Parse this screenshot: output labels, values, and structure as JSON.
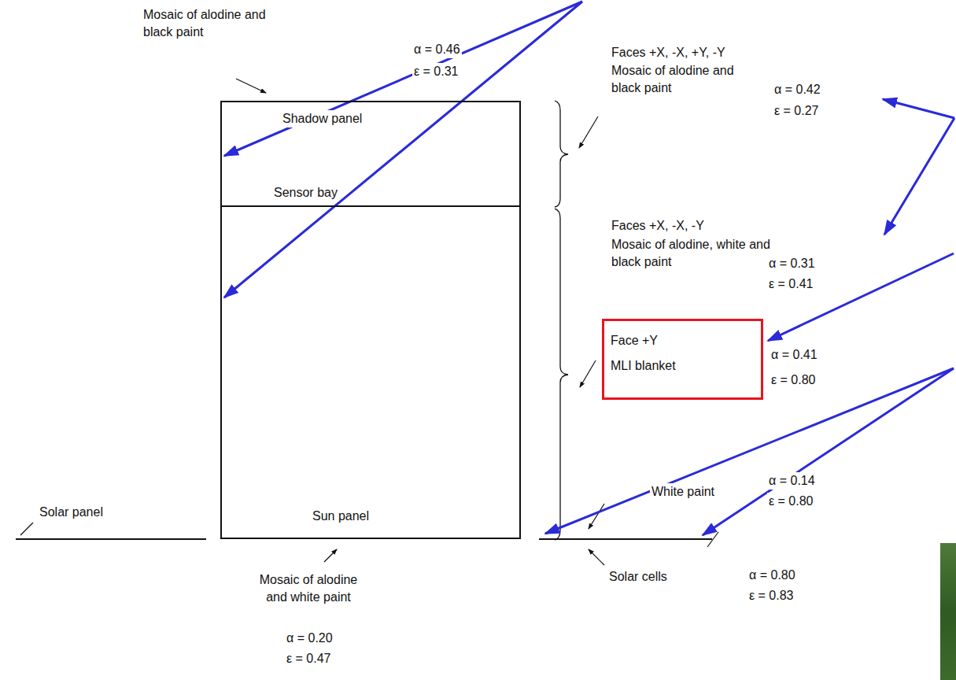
{
  "diagram": {
    "nodes": [
      {
        "text": [
          "Shadow panel",
          "Sensor bay"
        ]
      },
      {
        "text": [
          "Sun panel"
        ]
      },
      {
        "text": [
          "Face +Y",
          "MLI blanket"
        ]
      }
    ],
    "labels": [
      "Mosaic of alodine and black paint",
      "α = 0.46",
      "ε = 0.31",
      "Faces +X, -X, +Y, -Y",
      "Mosaic of alodine and black paint",
      "α = 0.42",
      "ε = 0.27",
      "Faces +X, -X, -Y",
      "Mosaic of alodine, white and black paint",
      "α = 0.31",
      "ε = 0.41",
      "α = 0.41",
      "ε = 0.80",
      "White paint",
      "α = 0.14",
      "ε = 0.80",
      "Solar panel",
      "Mosaic of alodine and white paint",
      "Solar cells",
      "α = 0.80",
      "ε = 0.83",
      "α = 0.20",
      "ε = 0.47"
    ]
  }
}
